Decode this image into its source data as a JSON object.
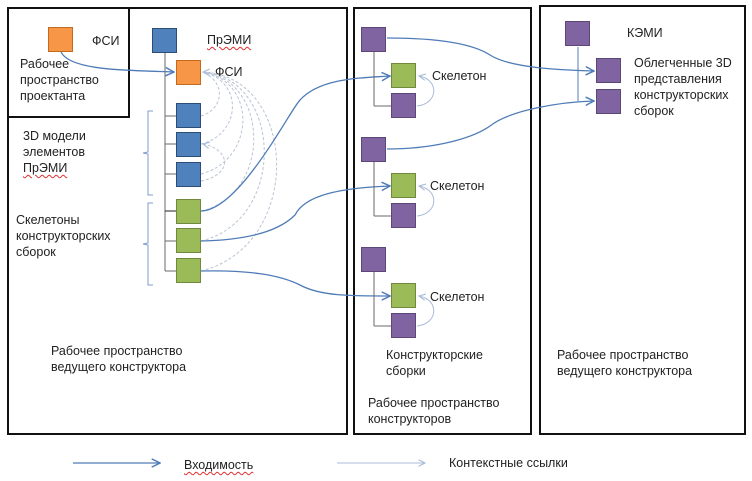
{
  "colors": {
    "orange": "#f79646",
    "orange_border": "#c46a1f",
    "blue": "#4f81bd",
    "blue_border": "#2c4d75",
    "green": "#9bbb59",
    "green_border": "#71893f",
    "purple": "#8064a2",
    "purple_border": "#5c4776",
    "link_solid": "#4f7cb8",
    "link_context": "#a9bcd8",
    "tree_line": "#6a6a6a"
  },
  "panels": {
    "designer_workspace": {
      "square_label": "ФСИ",
      "caption": "Рабочее\nпространство\nпроектанта"
    },
    "lead_designer_left": {
      "root_label": "ПрЭМИ",
      "fsi_label": "ФСИ",
      "brace_models_label": "3D модели\nэлементов\n",
      "brace_models_label_tail": "ПрЭМИ",
      "brace_skeletons_label": "Скелетоны\nконструкторских\nсборок",
      "caption": "Рабочее пространство\nведущего конструктора"
    },
    "designers": {
      "skeleton_labels": [
        "Скелетон",
        "Скелетон",
        "Скелетон"
      ],
      "assemblies_label": "Конструкторские\nсборки",
      "caption": "Рабочее пространство\nконструкторов"
    },
    "lead_designer_right": {
      "root_label": "КЭМИ",
      "lightweight_label": "Облегченные 3D\nпредставления\nконструкторских\nсборок",
      "caption": "Рабочее пространство\nведущего конструктора"
    }
  },
  "legend": {
    "solid_label": "Входимость",
    "context_label": "Контекстные ссылки"
  }
}
